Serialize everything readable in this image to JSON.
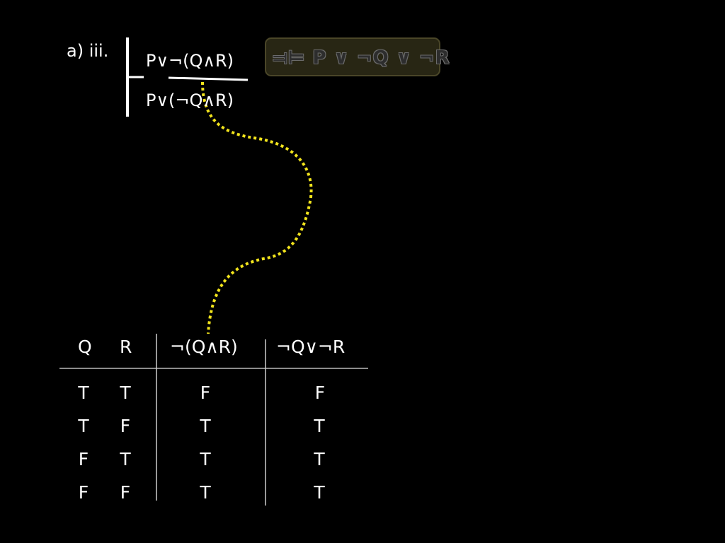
{
  "part_label": "a) iii.",
  "proof": {
    "premise": "P∨¬(Q∧R)",
    "conclusion": "P∨(¬Q∧R)"
  },
  "claim_badge": "⫤⊨ P ∨ ¬Q ∨ ¬R",
  "truth_table": {
    "headers": [
      "Q",
      "R",
      "¬(Q∧R)",
      "¬Q∨¬R"
    ],
    "rows": [
      [
        "T",
        "T",
        "F",
        "F"
      ],
      [
        "T",
        "F",
        "T",
        "T"
      ],
      [
        "F",
        "T",
        "T",
        "T"
      ],
      [
        "F",
        "F",
        "T",
        "T"
      ]
    ]
  },
  "colors": {
    "background": "#000000",
    "ink": "#ffffff",
    "annotation": "#f2e41c",
    "badge_fill": "#282614",
    "badge_border": "#4a4628"
  }
}
